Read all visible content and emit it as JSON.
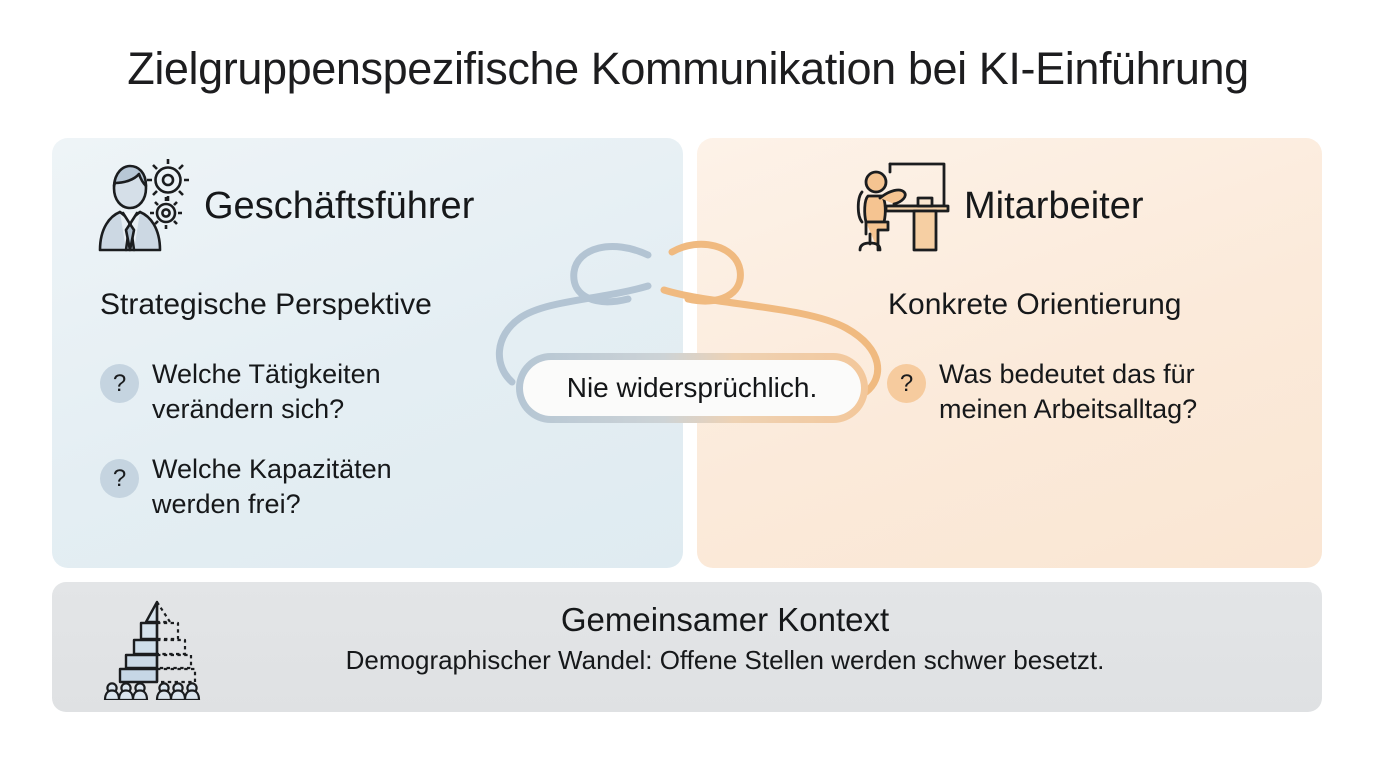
{
  "title": "Zielgruppenspezifische Kommunikation bei KI-Einführung",
  "panels": {
    "left": {
      "role": "Geschäftsführer",
      "icon": "businessman-gears-icon",
      "subtitle": "Strategische Perspektive",
      "accent_color": "#adc0d2",
      "background_color": "#e4eef3",
      "bullet_color": "#c5d4e0",
      "questions": [
        {
          "marker": "?",
          "line1": "Welche Tätigkeiten",
          "line2": "verändern sich?"
        },
        {
          "marker": "?",
          "line1": "Welche Kapazitäten",
          "line2": "werden frei?"
        }
      ]
    },
    "right": {
      "role": "Mitarbeiter",
      "icon": "employee-desk-icon",
      "subtitle": "Konkrete Orientierung",
      "accent_color": "#f0b97e",
      "background_color": "#fbeada",
      "bullet_color": "#f6cb9e",
      "questions": [
        {
          "marker": "?",
          "line1": "Was bedeutet das für",
          "line2": "meinen Arbeitsalltag?"
        }
      ]
    }
  },
  "connector": {
    "icon": "interlocking-knot-icon",
    "pill_label": "Nie widersprüchlich.",
    "left_ribbon_color": "#adc0d2",
    "right_ribbon_color": "#f0b97e"
  },
  "context": {
    "icon": "population-pyramid-icon",
    "title": "Gemeinsamer Kontext",
    "subtitle": "Demographischer Wandel: Offene Stellen werden schwer besetzt.",
    "background_color": "#e1e3e5"
  }
}
